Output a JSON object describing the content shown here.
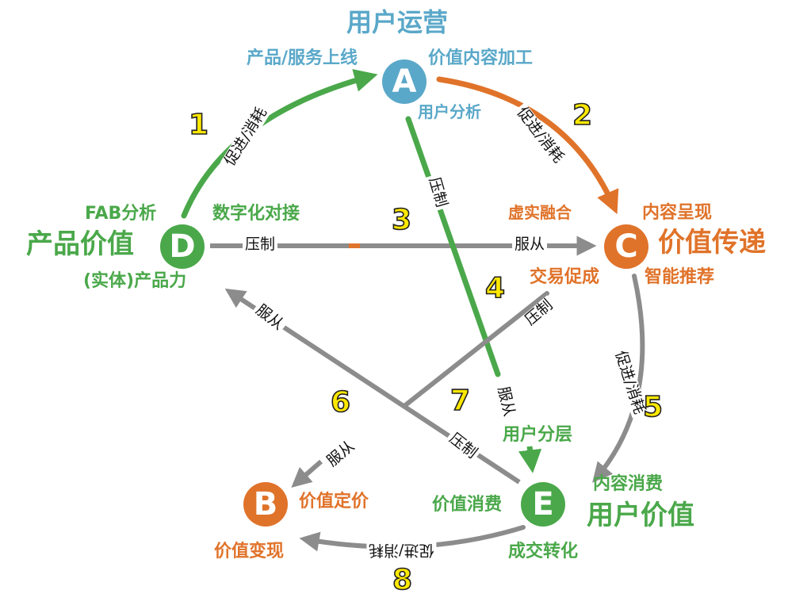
{
  "colors": {
    "blue": "#5aa8c9",
    "green": "#4aa84a",
    "orange": "#e0732a",
    "gray": "#8c8c8c",
    "number_fill": "#ffe800"
  },
  "nodes": {
    "A": {
      "letter": "A",
      "title": "用户运营",
      "labels": [
        "产品/服务上线",
        "价值内容加工",
        "用户分析"
      ]
    },
    "B": {
      "letter": "B",
      "labels": [
        "价值定价",
        "价值变现"
      ]
    },
    "C": {
      "letter": "C",
      "title": "价值传递",
      "labels": [
        "虚实融合",
        "内容呈现",
        "交易促成",
        "智能推荐"
      ]
    },
    "D": {
      "letter": "D",
      "title": "产品价值",
      "labels": [
        "FAB分析",
        "数字化对接",
        "(实体)产品力"
      ]
    },
    "E": {
      "letter": "E",
      "title": "用户价值",
      "labels": [
        "内容消费",
        "价值消费",
        "成交转化",
        "用户分层"
      ]
    }
  },
  "edges": [
    {
      "number": "1",
      "label": "促进/消耗"
    },
    {
      "number": "2",
      "label": "促进/消耗"
    },
    {
      "number": "3",
      "labels": [
        "压制",
        "服从"
      ]
    },
    {
      "number": "4",
      "labels": [
        "压制",
        "服从"
      ]
    },
    {
      "number": "5",
      "label": "促进/消耗"
    },
    {
      "number": "6",
      "label": "服从"
    },
    {
      "number": "7",
      "labels": [
        "压制",
        "服从"
      ]
    },
    {
      "number": "8",
      "label": "促进/消耗"
    },
    {
      "label": "压制"
    }
  ]
}
